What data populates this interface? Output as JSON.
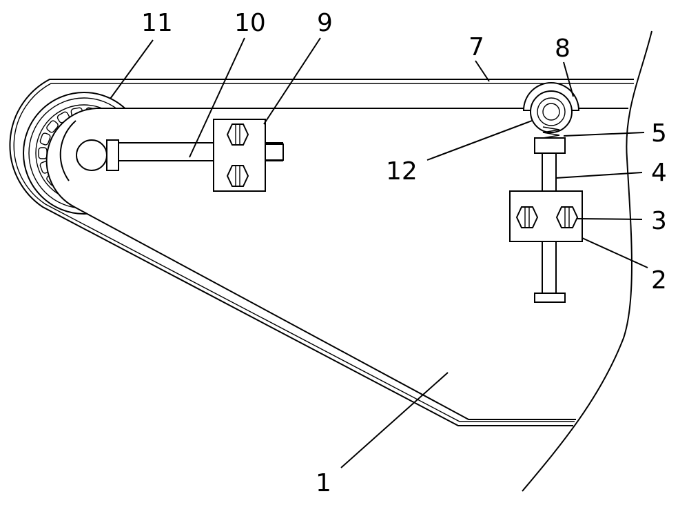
{
  "figure": {
    "labels": {
      "l1": "1",
      "l2": "2",
      "l3": "3",
      "l4": "4",
      "l5": "5",
      "l7": "7",
      "l8": "8",
      "l9": "9",
      "l10": "10",
      "l11": "11",
      "l12": "12"
    },
    "colors": {
      "line": "#000000",
      "background": "#ffffff"
    }
  }
}
